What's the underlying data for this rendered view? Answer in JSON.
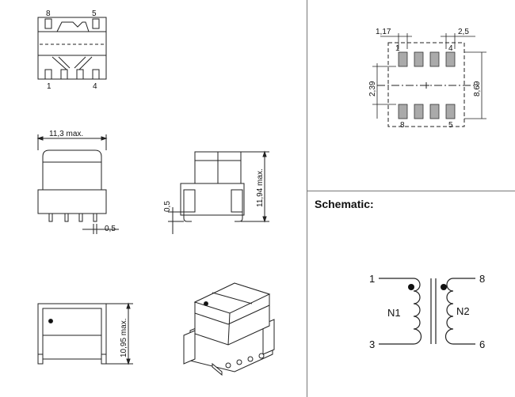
{
  "top_view": {
    "pin_top_left": "8",
    "pin_top_right": "5",
    "pin_bottom_left": "1",
    "pin_bottom_right": "4"
  },
  "side_view": {
    "width_label": "11,3  max.",
    "pin_width_label": "0,5"
  },
  "front_view": {
    "pin_offset_label": "0,5",
    "height_label": "11,94  max."
  },
  "end_view": {
    "height_label": "10,95  max."
  },
  "footprint": {
    "pad_width_label": "1,17",
    "pitch_label": "2,5",
    "pad_length_label": "2,39",
    "span_label": "8,69",
    "pin_top_left": "1",
    "pin_top_right": "4",
    "pin_bottom_left": "8",
    "pin_bottom_right": "5"
  },
  "schematic": {
    "title": "Schematic:",
    "pin_1": "1",
    "pin_3": "3",
    "pin_8": "8",
    "pin_6": "6",
    "winding_primary": "N1",
    "winding_secondary": "N2"
  }
}
